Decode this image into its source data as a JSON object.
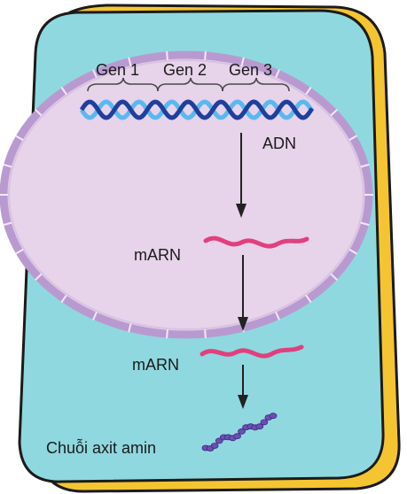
{
  "labels": {
    "gene_1": "Gen 1",
    "gene_2": "Gen 2",
    "gene_3": "Gen 3",
    "dna": "ADN",
    "mrna_nucleus": "mARN",
    "mrna_cytoplasm": "mARN",
    "amino_acid_chain": "Chuỗi axit amin"
  },
  "colors": {
    "page_background": "#ffffff",
    "cell_back_layer": "#f5c531",
    "cytoplasm": "#8fd8df",
    "cell_outline": "#1b1b1b",
    "nucleus_fill": "#e7d3ea",
    "nucleus_membrane": "#b99ad0",
    "dna_dark": "#1f3f9e",
    "dna_light": "#59b9ef",
    "mrna": "#e0407e",
    "amino_acid_chain": "#6b4fb2",
    "arrow": "#222222",
    "label_text": "#1a1a1a"
  }
}
